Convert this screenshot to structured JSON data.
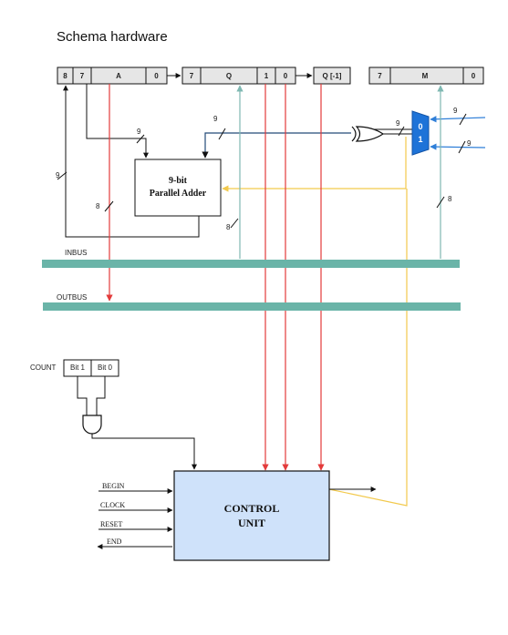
{
  "title": "Schema hardware",
  "registers": {
    "a_cells": [
      "8",
      "7",
      "A",
      "0"
    ],
    "q_cells": [
      "7",
      "Q",
      "1",
      "0"
    ],
    "q_minus": "Q [-1]",
    "m_cells": [
      "7",
      "M",
      "0"
    ]
  },
  "adder": {
    "line1": "9-bit",
    "line2": "Parallel Adder"
  },
  "buses": {
    "inbus": "INBUS",
    "outbus": "OUTBUS"
  },
  "counter": {
    "label": "COUNT",
    "bit1": "Bit 1",
    "bit0": "Bit 0"
  },
  "mux": {
    "in0": "0",
    "in1": "1"
  },
  "control_unit": {
    "line1": "CONTROL",
    "line2": "UNIT"
  },
  "signals": {
    "begin": "BEGIN",
    "clock": "CLOCK",
    "reset": "RESET",
    "end": "END"
  },
  "widths": {
    "adder_out": "9",
    "a_to_adder": "9",
    "xor_out": "9",
    "mux_out": "9",
    "adder_inbus": "8",
    "q_inbus": "8",
    "m_inbus": "8",
    "mux_in_top": "9",
    "mux_in_bottom": "9"
  },
  "colors": {
    "bus": "#6ab4a8",
    "register_fill": "#e6e6e6",
    "control_fill": "#cfe2fa",
    "red_wire": "#e33b3b",
    "teal_wire": "#7fb8b2",
    "blue_wire": "#2f7fd8",
    "yellow_wire": "#f2c94c",
    "mux_fill": "#1e73d8"
  }
}
